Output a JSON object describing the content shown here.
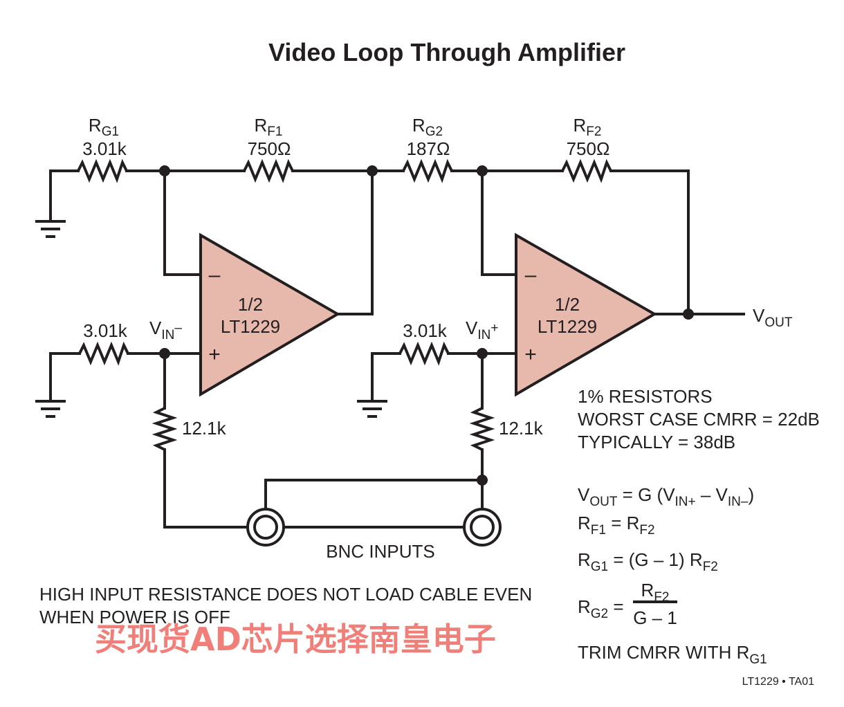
{
  "title": "Video Loop Through Amplifier",
  "colors": {
    "opamp_fill": "#e6b9ac",
    "ink": "#231f20",
    "watermark": "#f07f7a"
  },
  "resistors": {
    "rg1": {
      "name": "R",
      "sub": "G1",
      "value": "3.01k"
    },
    "rf1": {
      "name": "R",
      "sub": "F1",
      "value": "750Ω"
    },
    "rg2": {
      "name": "R",
      "sub": "G2",
      "value": "187Ω"
    },
    "rf2": {
      "name": "R",
      "sub": "F2",
      "value": "750Ω"
    },
    "r_in_left": {
      "value": "3.01k"
    },
    "r_in_right": {
      "value": "3.01k"
    },
    "r_shunt_left": {
      "value": "12.1k"
    },
    "r_shunt_right": {
      "value": "12.1k"
    }
  },
  "opamps": {
    "left": {
      "line1": "1/2",
      "line2": "LT1229",
      "minus": "–",
      "plus": "+"
    },
    "right": {
      "line1": "1/2",
      "line2": "LT1229",
      "minus": "–",
      "plus": "+"
    }
  },
  "nodes": {
    "vin_minus": {
      "name": "V",
      "sub": "IN",
      "sup": "–"
    },
    "vin_plus": {
      "name": "V",
      "sub": "IN",
      "sup": "+"
    },
    "vout": {
      "name": "V",
      "sub": "OUT"
    }
  },
  "bnc_label": "BNC INPUTS",
  "notes": {
    "resistors": "1% RESISTORS",
    "cmrr_worst": "WORST CASE CMRR = 22dB",
    "cmrr_typ": "TYPICALLY = 38dB",
    "input_note_1": "HIGH INPUT RESISTANCE DOES NOT LOAD CABLE EVEN",
    "input_note_2": "WHEN POWER IS OFF"
  },
  "equations": {
    "eq1": {
      "a": "V",
      "a_sub": "OUT",
      "b": " = G (V",
      "b_sub": "IN+",
      "c": " – V",
      "c_sub": "IN–",
      "d": ")"
    },
    "eq2": {
      "a": "R",
      "a_sub": "F1",
      "b": " = R",
      "b_sub": "F2"
    },
    "eq3": {
      "a": "R",
      "a_sub": "G1",
      "b": " = (G – 1) R",
      "b_sub": "F2"
    },
    "eq4": {
      "a": "R",
      "a_sub": "G2",
      "b": " = ",
      "num": "R",
      "num_sub": "F2",
      "den": "G – 1"
    },
    "eq5": {
      "a": "TRIM CMRR WITH R",
      "a_sub": "G1"
    }
  },
  "watermark": "买现货AD芯片选择南皇电子",
  "figure_id": "LT1229 • TA01"
}
